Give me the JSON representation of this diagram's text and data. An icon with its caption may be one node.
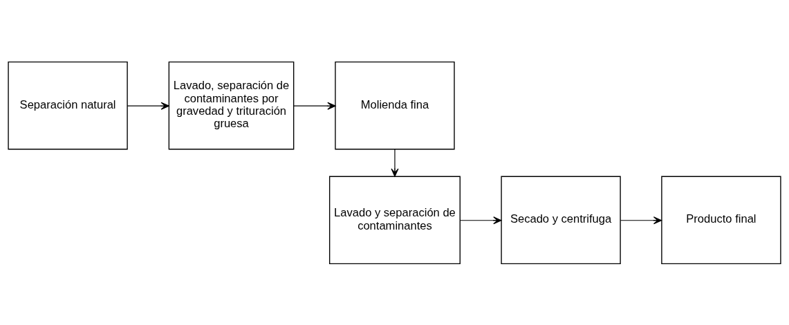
{
  "diagram": {
    "nodes": [
      {
        "text": [
          "Separación natural"
        ]
      },
      {
        "text": [
          "Lavado, separación de contaminantes por gravedad y trituración gruesa"
        ]
      },
      {
        "text": [
          "Molienda fina"
        ]
      },
      {
        "text": [
          "Lavado y separación de contaminantes"
        ]
      },
      {
        "text": [
          "Secado y centrifuga"
        ]
      },
      {
        "text": [
          "Producto final"
        ]
      }
    ],
    "edges": [
      {
        "from": 0,
        "to": 1,
        "arrow": "to"
      },
      {
        "from": 1,
        "to": 2,
        "arrow": "to"
      },
      {
        "from": 2,
        "to": 3,
        "arrow": "to"
      },
      {
        "from": 3,
        "to": 4,
        "arrow": "to"
      },
      {
        "from": 4,
        "to": 5,
        "arrow": "to"
      }
    ]
  }
}
